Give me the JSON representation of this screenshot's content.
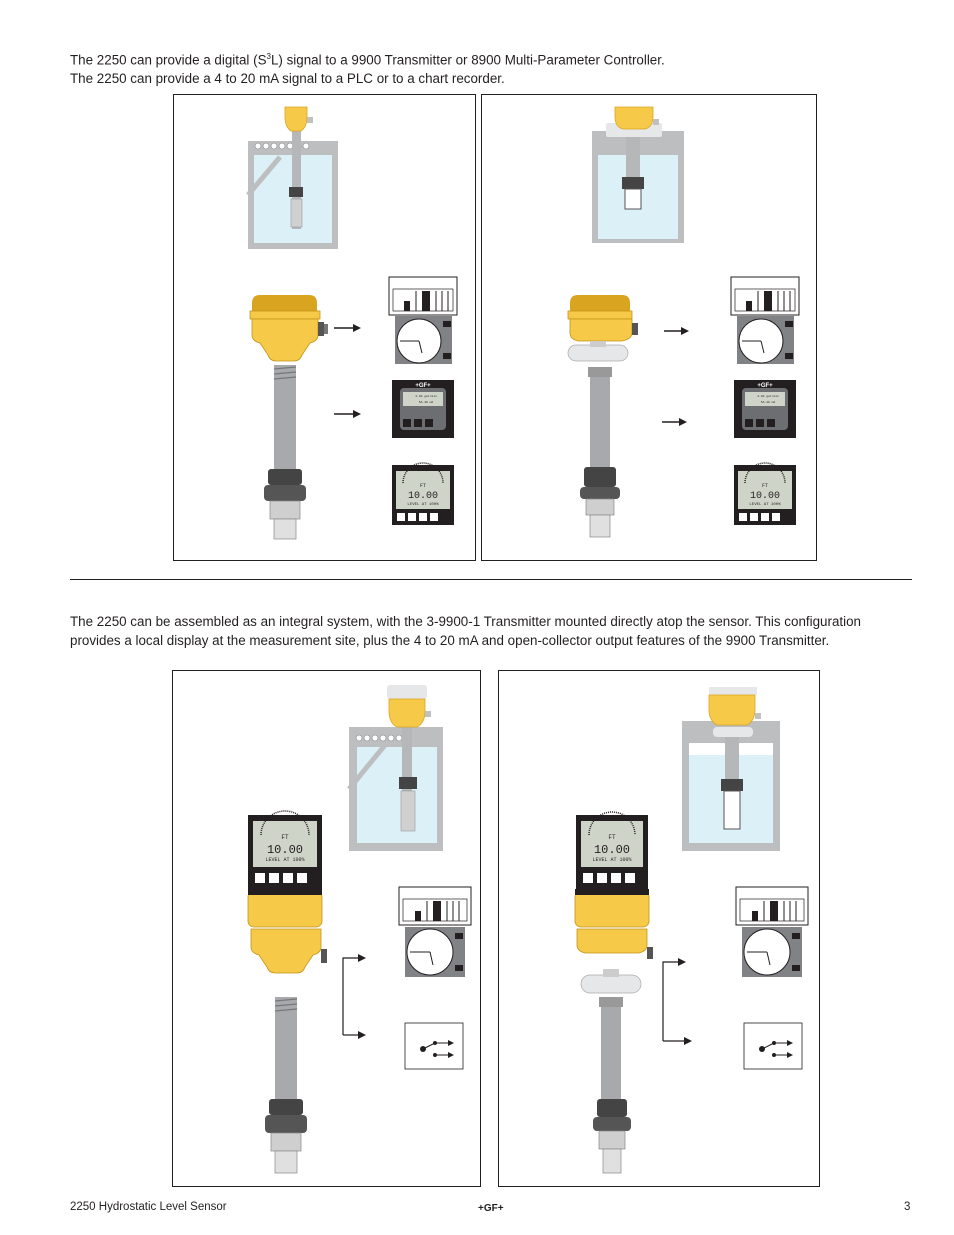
{
  "intro": {
    "line1_before": "The 2250 can provide a digital (S",
    "line1_sup": "3",
    "line1_after": "L) signal to a 9900 Transmitter or 8900 Multi-Parameter Controller.",
    "line2": "The 2250 can provide a 4 to 20 mA signal to a PLC or to a chart recorder."
  },
  "integral": {
    "text": "The 2250 can be assembled as an integral system, with the 3-9900-1 Transmitter mounted directly atop the sensor. This configuration provides a local display at the measurement site, plus the 4 to 20 mA and open-collector output features of the 9900 Transmitter."
  },
  "device_labels": {
    "brand": "+GF+",
    "ch1": "4.00 gal/min",
    "ch2": "5A.40 mA",
    "lcd_label": "FT",
    "lcd_value": "10.00",
    "lcd_bottom": "LEVEL AT 100%"
  },
  "colors": {
    "sensor_yellow": "#f7c948",
    "sensor_dark_yellow": "#d9a520",
    "fluid_blue": "#dcf0f8",
    "tank_gray": "#bcbec0"
  },
  "footer": {
    "left": "2250 Hydrostatic Level Sensor",
    "center": "+GF+",
    "page": "3"
  }
}
